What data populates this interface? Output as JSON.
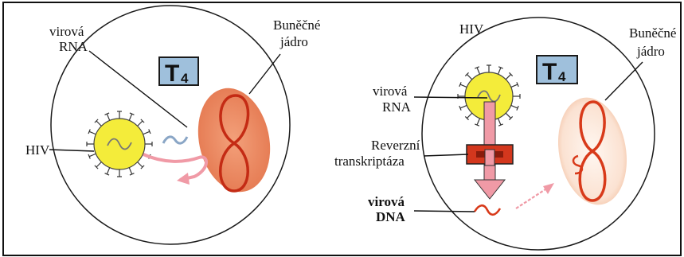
{
  "colors": {
    "outline": "#1a1a1a",
    "t4_box": "#9fc0dc",
    "nucleus_fill": "#e8805a",
    "nucleus_fill_light": "#fbe4d6",
    "chromosome": "#d83a1a",
    "virus_core": "#f4ec3a",
    "rna_squiggle": "#8aa6c6",
    "pink_arrow": "#f09aa6",
    "enzyme": "#d3371d"
  },
  "left_panel": {
    "cell_label": "T",
    "cell_label_sub": "4",
    "nucleus_label_line1": "Buněčné",
    "nucleus_label_line2": "jádro",
    "rna_label_line1": "virová",
    "rna_label_line2": "RNA",
    "virus_label": "HIV",
    "virus_icon": "hiv-virus-icon",
    "nucleus_icon": "cell-nucleus-icon"
  },
  "right_panel": {
    "title": "HIV",
    "cell_label": "T",
    "cell_label_sub": "4",
    "nucleus_label_line1": "Buněčné",
    "nucleus_label_line2": "jádro",
    "rna_label_line1": "virová",
    "rna_label_line2": "RNA",
    "enzyme_label_line1": "Reverzní",
    "enzyme_label_line2": "transkriptáza",
    "dna_label_line1": "virová",
    "dna_label_line2": "DNA",
    "virus_icon": "hiv-virus-icon",
    "enzyme_icon": "reverse-transcriptase-icon"
  }
}
